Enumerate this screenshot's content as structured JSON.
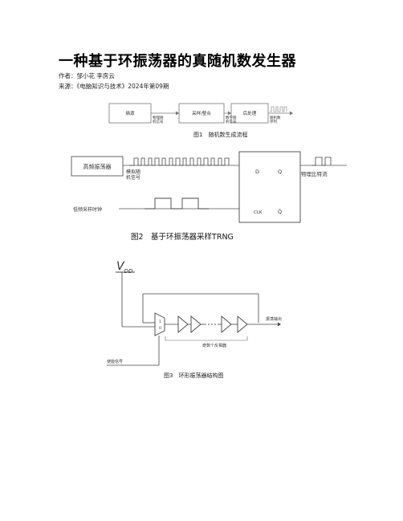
{
  "article": {
    "title": "一种基于环振荡器的真随机数发生器",
    "authors": "作者：邹小花 李房云",
    "source": "来源：《电脑知识与技术》2024年第09期"
  },
  "fig1": {
    "caption": "图1　随机数生成流程",
    "box1": "熵源",
    "box2": "采样/整合",
    "box3": "后处理",
    "sig1": [
      "物理随",
      "机信号"
    ],
    "sig2": [
      "数字随",
      "机信号"
    ],
    "sig3": [
      "随机数",
      "序列"
    ]
  },
  "fig2": {
    "caption": "图2　基于环振荡器采样TRNG",
    "osc": "高频振荡器",
    "sig": [
      "模拟随",
      "机信号"
    ],
    "clk": "低频采样时钟",
    "out": "物理比特流",
    "pin_d": "D",
    "pin_q": "Q",
    "pin_clk": "CLK",
    "pin_qbar": "Q̄"
  },
  "fig3": {
    "caption": "图3　环形振荡器结构图",
    "vdd": "V",
    "vdd_sub": "DD",
    "en": "使能信号",
    "out": "振荡输出",
    "chain": "奇数个反相器",
    "nand_a": "1",
    "nand_b": "0"
  }
}
